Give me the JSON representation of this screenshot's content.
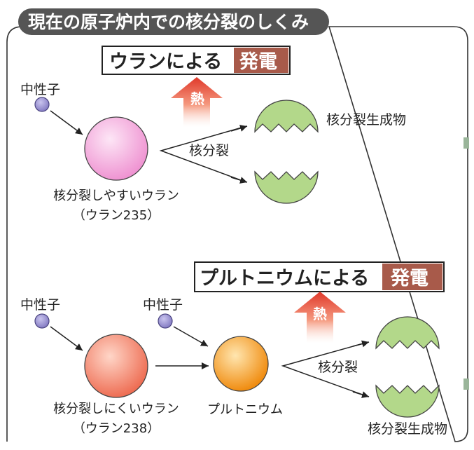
{
  "header": {
    "title": "現在の原子炉内での核分裂のしくみ"
  },
  "uranium_section": {
    "title_main": "ウランによる",
    "title_highlight": "発電",
    "heat_label": "熱",
    "neutron_label": "中性子",
    "fission_label": "核分裂",
    "products_label": "核分裂生成物",
    "fuel_label_line1": "核分裂しやすいウラン",
    "fuel_label_line2": "（ウラン235）"
  },
  "plutonium_section": {
    "title_main": "プルトニウムによる",
    "title_highlight": "発電",
    "heat_label": "熱",
    "neutron_label_1": "中性子",
    "neutron_label_2": "中性子",
    "fission_label": "核分裂",
    "products_label": "核分裂生成物",
    "u238_label_line1": "核分裂しにくいウラン",
    "u238_label_line2": "（ウラン238）",
    "plutonium_label": "プルトニウム"
  },
  "colors": {
    "header_bg": "#555555",
    "highlight_bg": "#a85a4a",
    "neutron": "#8a82c8",
    "u235": "#f0a0d8",
    "u238": "#f07e66",
    "plutonium": "#f39a1e",
    "fragment": "#b3d88a",
    "heat_arrow": "#e44a3a"
  }
}
